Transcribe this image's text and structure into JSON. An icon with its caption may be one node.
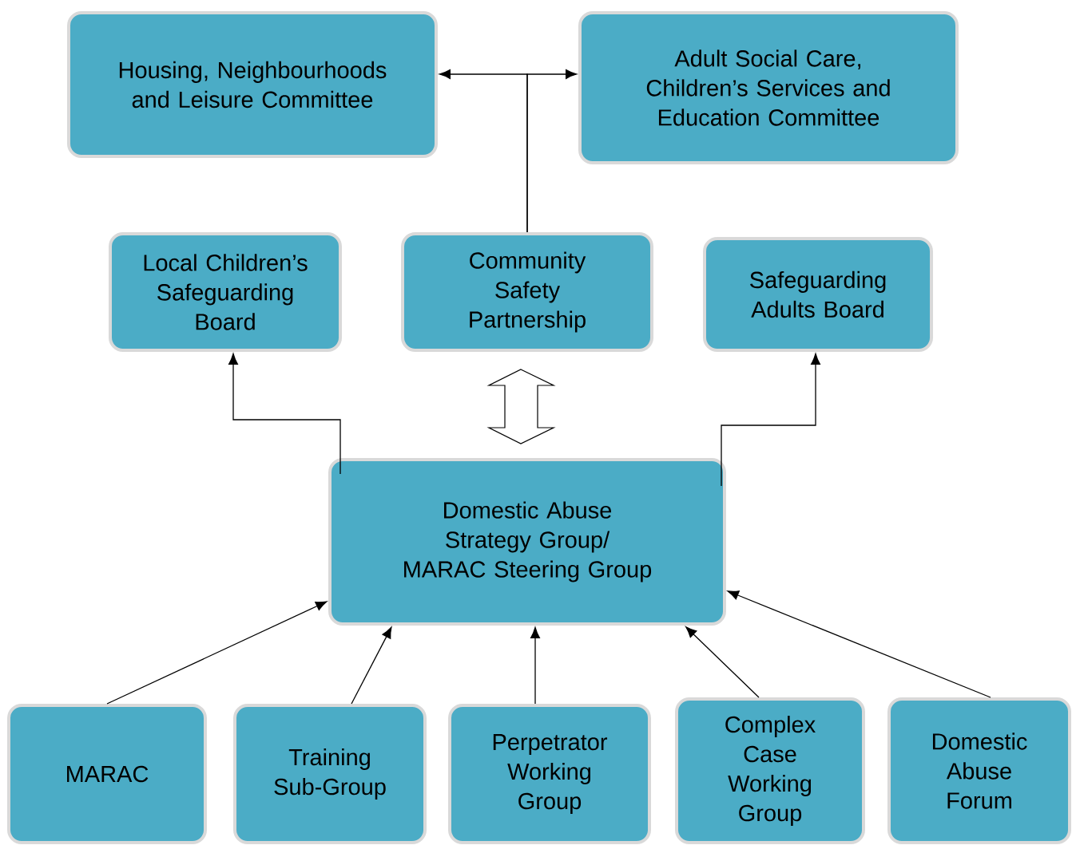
{
  "diagram": {
    "nodes": [
      {
        "text": [
          "Housing, Neighbourhoods and Leisure Committee"
        ]
      },
      {
        "text": [
          "Adult Social Care, Children’s Services and Education Committee"
        ]
      },
      {
        "text": [
          "Local Children’s Safeguarding Board"
        ]
      },
      {
        "text": [
          "Community Safety Partnership"
        ]
      },
      {
        "text": [
          "Safeguarding Adults Board"
        ]
      },
      {
        "text": [
          "Domestic Abuse Strategy Group/ MARAC Steering Group"
        ]
      },
      {
        "text": [
          "MARAC"
        ]
      },
      {
        "text": [
          "Training Sub-Group"
        ]
      },
      {
        "text": [
          "Perpetrator Working Group"
        ]
      },
      {
        "text": [
          "Complex Case Working Group"
        ]
      },
      {
        "text": [
          "Domestic Abuse Forum"
        ]
      }
    ],
    "edges": [
      {
        "from": 3,
        "to": 0,
        "arrow": "to"
      },
      {
        "from": 3,
        "to": 1,
        "arrow": "to"
      },
      {
        "from": 3,
        "to": 5,
        "arrow": "both",
        "style": "thick"
      },
      {
        "from": 5,
        "to": 2,
        "arrow": "to"
      },
      {
        "from": 5,
        "to": 4,
        "arrow": "to"
      },
      {
        "from": 6,
        "to": 5,
        "arrow": "to"
      },
      {
        "from": 7,
        "to": 5,
        "arrow": "to"
      },
      {
        "from": 8,
        "to": 5,
        "arrow": "to"
      },
      {
        "from": 9,
        "to": 5,
        "arrow": "to"
      },
      {
        "from": 10,
        "to": 5,
        "arrow": "to"
      }
    ]
  }
}
